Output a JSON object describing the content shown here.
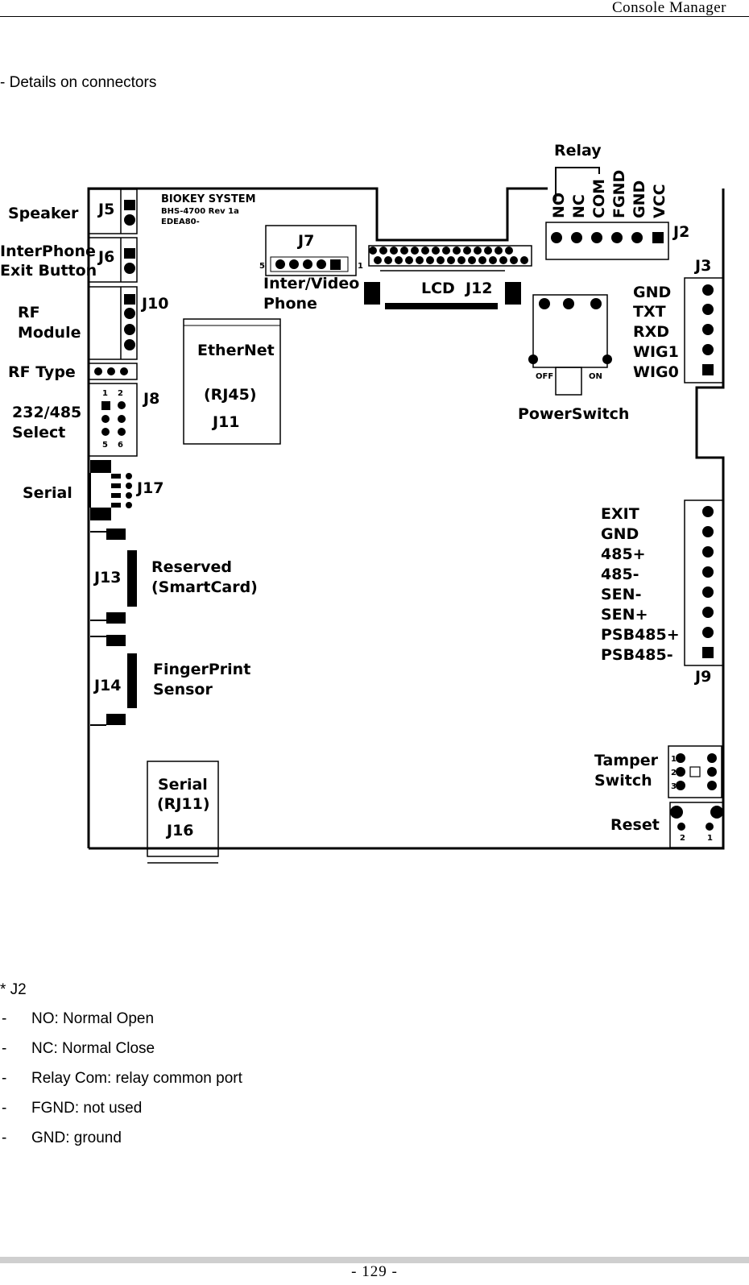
{
  "header": {
    "title": "Console Manager"
  },
  "section_title": "- Details on connectors",
  "board": {
    "relay": "Relay",
    "brand": "BIOKEY SYSTEM",
    "model": "BHS-4700 Rev 1a",
    "code": "EDEA80-",
    "left_labels": {
      "speaker": "Speaker",
      "interphone": "InterPhone",
      "exit_button": "Exit Button",
      "rf": "RF",
      "module": "Module",
      "rf_type": "RF Type",
      "sel232": "232/485",
      "select": "Select",
      "serial": "Serial"
    },
    "connectors": {
      "j5": "J5",
      "j6": "J6",
      "j10": "J10",
      "j8": "J8",
      "j17": "J17",
      "j13": "J13",
      "j14": "J14",
      "j7": "J7",
      "j12": "J12",
      "j11": "J11",
      "j16": "J16",
      "j2": "J2",
      "j3": "J3",
      "j9": "J9"
    },
    "j8_pins": {
      "p1": "1",
      "p2": "2",
      "p5": "5",
      "p6": "6"
    },
    "j7_pins": {
      "left": "5",
      "right": "1"
    },
    "inter_video": "Inter/Video",
    "phone": "Phone",
    "lcd": "LCD",
    "ethernet": "EtherNet",
    "rj45": "(RJ45)",
    "reserved": "Reserved",
    "smartcard": "(SmartCard)",
    "fingerprint": "FingerPrint",
    "sensor": "Sensor",
    "serial_rj11_a": "Serial",
    "serial_rj11_b": "(RJ11)",
    "relay_pins": [
      "NO",
      "NC",
      "COM",
      "FGND",
      "GND",
      "VCC"
    ],
    "j3_pins": [
      "GND",
      "TXT",
      "RXD",
      "WIG1",
      "WIG0"
    ],
    "power_switch": "PowerSwitch",
    "off": "OFF",
    "on": "ON",
    "j9_pins": [
      "EXIT",
      "GND",
      "485+",
      "485-",
      "SEN-",
      "SEN+",
      "PSB485+",
      "PSB485-"
    ],
    "tamper": "Tamper",
    "switch": "Switch",
    "tamper_pins": [
      "1",
      "2",
      "3"
    ],
    "reset": "Reset",
    "reset_pins": [
      "2",
      "1"
    ]
  },
  "notes": {
    "heading": "* J2",
    "items": [
      {
        "dash": "-",
        "text": "NO: Normal Open"
      },
      {
        "dash": "-",
        "text": "NC: Normal Close"
      },
      {
        "dash": "-",
        "text": "Relay Com: relay common port"
      },
      {
        "dash": "-",
        "text": "FGND: not used"
      },
      {
        "dash": "-",
        "text": "GND: ground"
      }
    ]
  },
  "footer": {
    "page": "- 129 -"
  }
}
